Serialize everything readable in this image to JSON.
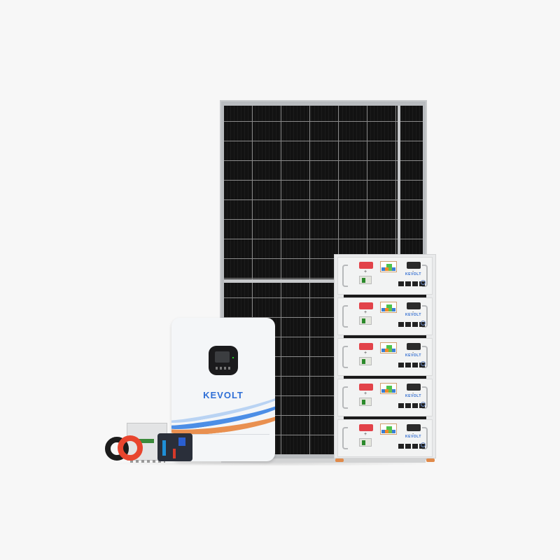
{
  "scene": {
    "description": "Solar energy kit product render",
    "background_color": "#f7f7f7",
    "brand": "KEVOLT"
  },
  "items": {
    "solar_panel": {
      "label": "Monocrystalline solar panel",
      "frame_color": "#c6c8ca",
      "cell_color": "#0c0c0c"
    },
    "battery_stack": {
      "label": "Rack-mount LiFePO4 battery modules",
      "module_count": 5,
      "logo": "KEVOLT",
      "positive_symbol": "+",
      "negative_symbol": "-"
    },
    "inverter": {
      "label": "Hybrid solar inverter",
      "logo": "KEVOLT",
      "accent_blue": "#2f6fd6",
      "accent_orange": "#e99050"
    },
    "accessories": {
      "combiner_box": "PV combiner box",
      "cable_black": "Black PV cable coil",
      "cable_red": "Red PV cable coil",
      "tool_kit": "Crimping tool kit"
    }
  }
}
